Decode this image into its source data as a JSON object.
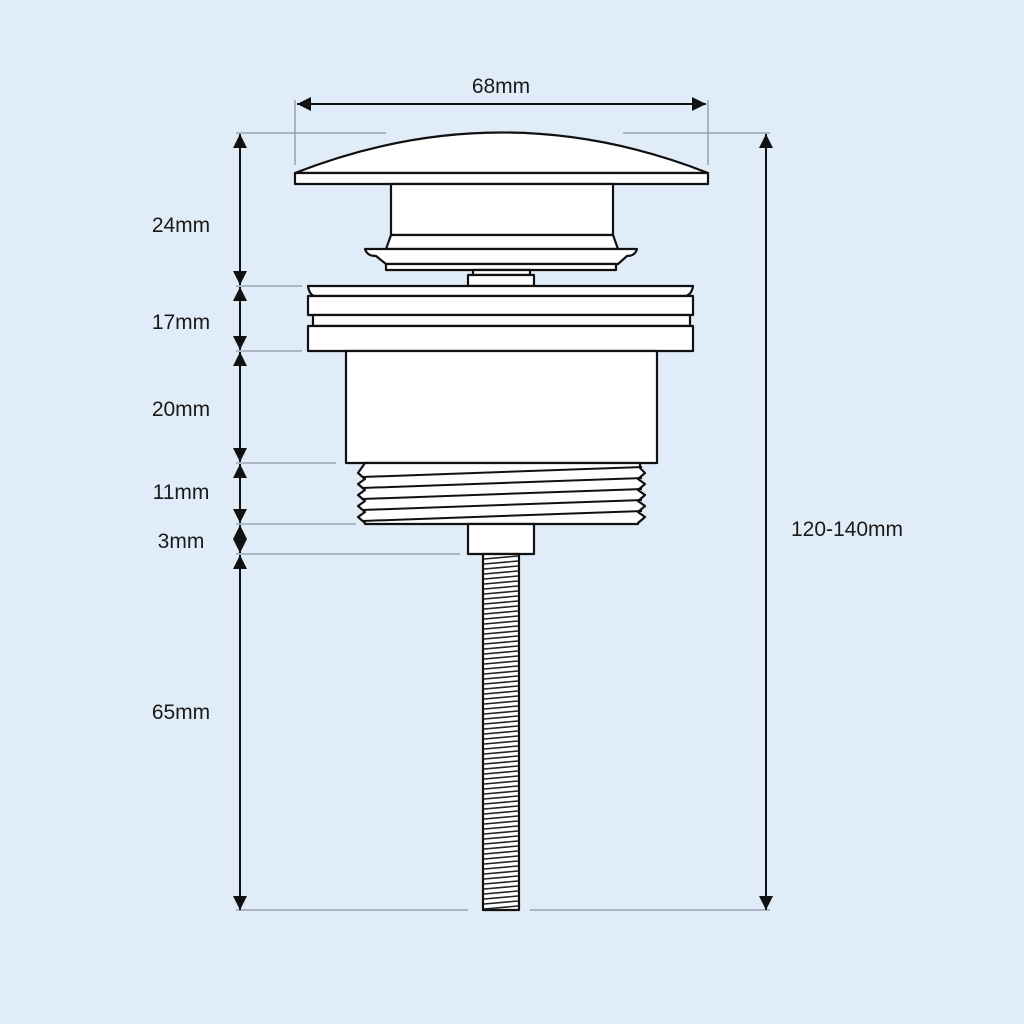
{
  "title": "Pop-up waste dimensions",
  "dimensions": {
    "width": "68mm",
    "cap_height": "24mm",
    "flange_height": "17mm",
    "body_height": "20mm",
    "thread_height": "11mm",
    "nut_height": "3mm",
    "rod_length": "65mm",
    "total_height": "120-140mm"
  },
  "colors": {
    "background": "#e0ecf8",
    "part_fill": "#ffffff",
    "outline": "#111111"
  }
}
